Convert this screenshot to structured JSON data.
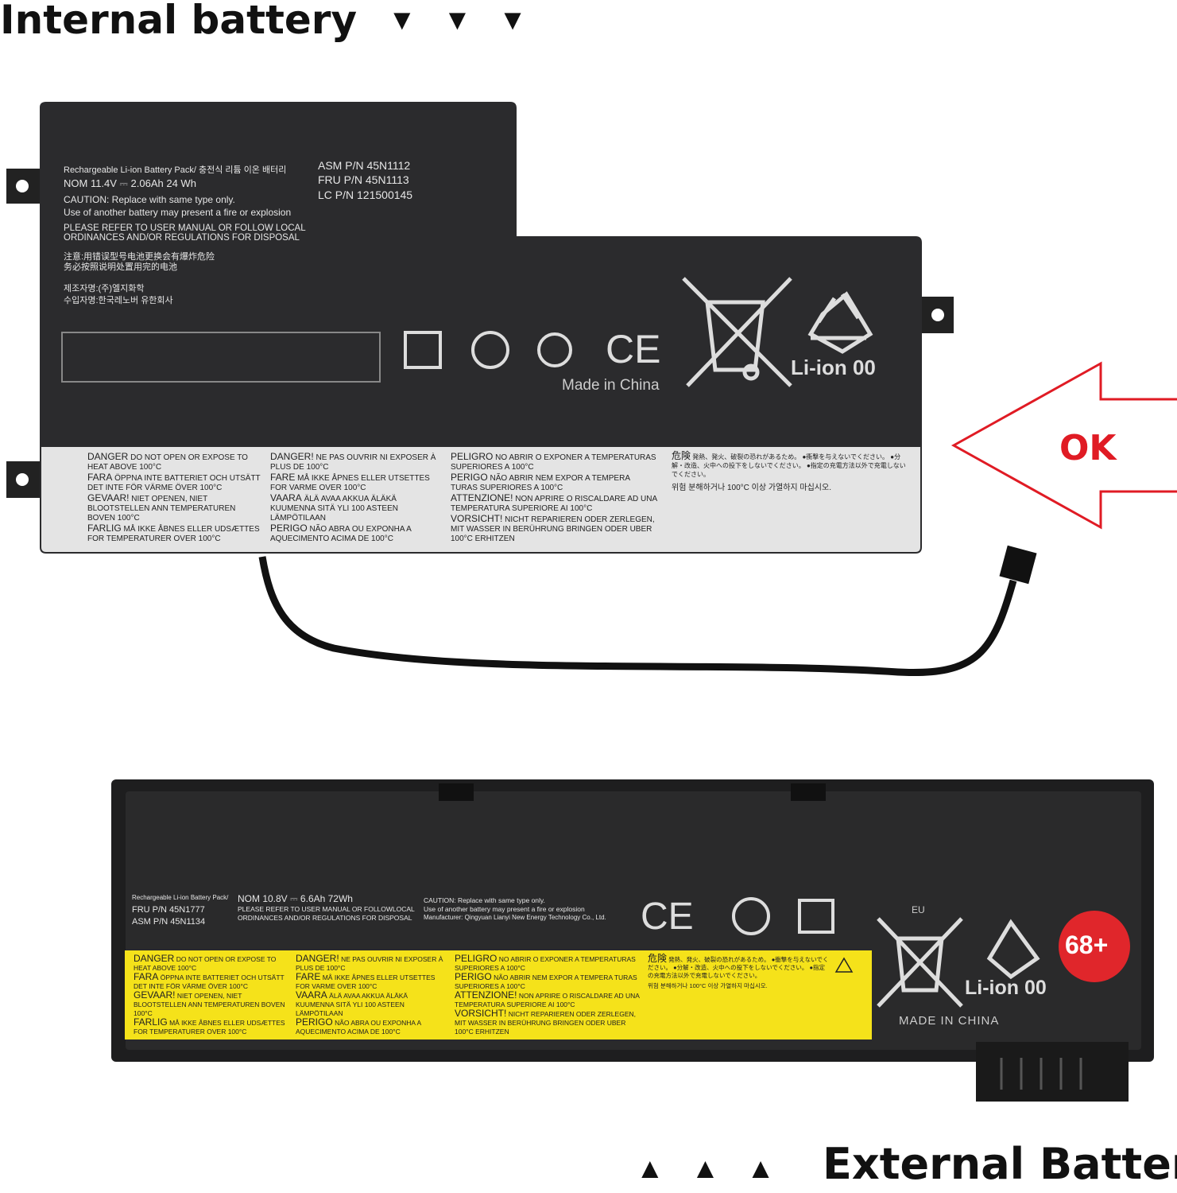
{
  "headings": {
    "internal": "Internal battery",
    "external": "External Battery",
    "down_arrows": "▼ ▼ ▼",
    "up_arrows": "▲ ▲ ▲"
  },
  "callout": {
    "label": "OK",
    "color": "#e01b24"
  },
  "internal_battery": {
    "pack_line": "Rechargeable Li-ion Battery Pack/ 충전식 리튬 이온 배터리",
    "nom": "NOM 11.4V ⎓ 2.06Ah 24 Wh",
    "caution1": "CAUTION: Replace with same type only.",
    "caution2": "Use of another battery may present a fire or explosion",
    "refer1": "PLEASE REFER TO USER MANUAL OR FOLLOW LOCAL",
    "refer2": "ORDINANCES AND/OR REGULATIONS FOR DISPOSAL",
    "cn1": "注意:用错误型号电池更换会有爆炸危险",
    "cn2": "务必按照说明处置用完的电池",
    "kr1": "제조자명:(주)엘지화학",
    "kr2": "수입자명:한국레노버 유한회사",
    "asm": "ASM P/N 45N1112",
    "fru": "FRU P/N 45N1113",
    "lc": "LC P/N  121500145",
    "ce": "CE",
    "made_in": "Made in China",
    "liion": "Li-ion 00",
    "warnings": [
      {
        "k": "DANGER",
        "v": "DO NOT OPEN OR EXPOSE TO HEAT ABOVE 100°C"
      },
      {
        "k": "FARA",
        "v": "ÖPPNA INTE BATTERIET OCH UTSÄTT DET INTE FÖR VÄRME ÖVER 100°C"
      },
      {
        "k": "GEVAAR!",
        "v": "NIET OPENEN, NIET BLOOTSTELLEN ANN TEMPERATUREN BOVEN 100°C"
      },
      {
        "k": "FARLIG",
        "v": "MÅ IKKE ÅBNES ELLER UDSÆTTES FOR TEMPERATURER OVER 100°C"
      },
      {
        "k": "DANGER!",
        "v": "NE PAS OUVRIR NI EXPOSER À PLUS DE 100°C"
      },
      {
        "k": "FARE",
        "v": "MÅ IKKE ÅPNES ELLER UTSETTES FOR VARME OVER 100°C"
      },
      {
        "k": "VAARA",
        "v": "ÄLÄ AVAA AKKUA ÄLÄKÄ KUUMENNA SITÄ YLI 100 ASTEEN LÄMPÖTILAAN"
      },
      {
        "k": "PERIGO",
        "v": "NÃO ABRA OU EXPONHA A AQUECIMENTO ACIMA DE 100°C"
      },
      {
        "k": "PELIGRO",
        "v": "NO ABRIR O EXPONER A TEMPERATURAS SUPERIORES A 100°C"
      },
      {
        "k": "PERIGO",
        "v": "NÃO ABRIR NEM EXPOR A TEMPERA TURAS SUPERIORES A 100°C"
      },
      {
        "k": "ATTENZIONE!",
        "v": "NON APRIRE O RISCALDARE AD UNA TEMPERATURA SUPERIORE AI 100°C"
      },
      {
        "k": "VORSICHT!",
        "v": "NICHT REPARIEREN ODER ZERLEGEN, MIT WASSER IN BERÜHRUNG BRINGEN ODER UBER 100°C ERHITZEN"
      }
    ],
    "jp_key": "危険",
    "jp_text": "発熱、発火、破裂の恐れがあるため。 ●衝撃を与えないでください。 ●分解・改造、火中への投下をしないでください。 ●指定の充電方法以外で充電しないでください。",
    "kr_warn": "위험 분해하거나 100°C 이상 가열하지 마십시오."
  },
  "external_battery": {
    "pack_line": "Rechargeable Li-ion Battery Pack/",
    "fru": "FRU P/N 45N1777",
    "asm": "ASM P/N 45N1134",
    "nom": "NOM 10.8V ⎓ 6.6Ah  72Wh",
    "refer1": "PLEASE REFER TO USER MANUAL OR FOLLOWLOCAL",
    "refer2": "ORDINANCES AND/OR REGULATIONS FOR DISPOSAL",
    "caution1": "CAUTION: Replace with same type only.",
    "caution2": "Use of another battery may present a fire or explosion",
    "manufacturer": "Manufacturer: Qingyuan Lianyi New Energy Technology Co., Ltd.",
    "ce": "CE",
    "eu": "EU",
    "liion": "Li-ion 00",
    "made_in": "MADE IN CHINA",
    "badge": "68+",
    "badge_color": "#e0262b",
    "label_color": "#f5e21a"
  }
}
